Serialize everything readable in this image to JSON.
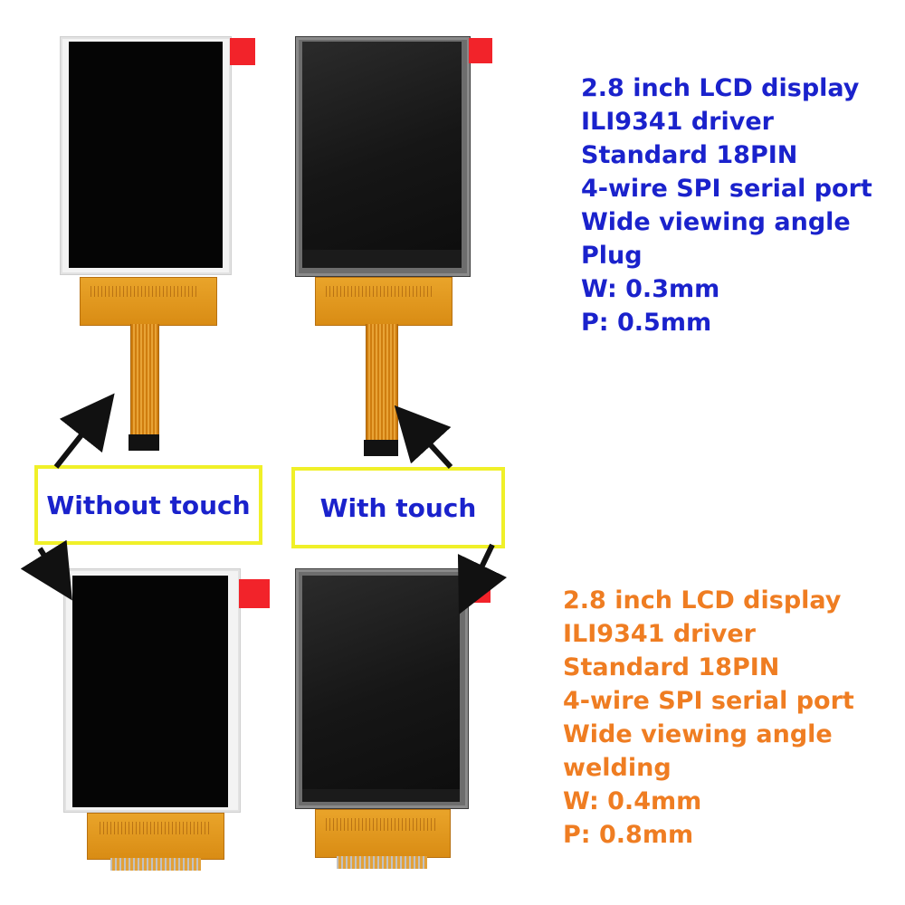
{
  "labels": {
    "without_touch": "Without touch",
    "with_touch": "With touch"
  },
  "spec_plug": [
    "2.8 inch LCD display",
    "ILI9341 driver",
    "Standard 18PIN",
    "4-wire SPI serial port",
    "Wide viewing angle",
    "Plug",
    "W: 0.3mm",
    "P: 0.5mm"
  ],
  "spec_welding": [
    "2.8 inch LCD display",
    "ILI9341 driver",
    "Standard 18PIN",
    "4-wire SPI serial port",
    "Wide viewing angle",
    "welding",
    "W: 0.4mm",
    "P: 0.8mm"
  ],
  "colors": {
    "spec_plug_text": "#1a22cc",
    "spec_welding_text": "#ef7d22",
    "label_border": "#f0f028",
    "protective_tab": "#f2232a",
    "flex_cable": "#e09a22"
  },
  "icons": {
    "arrows": "black-diagonal-arrow-icon",
    "tabs": "red-protective-film-tab-icon"
  }
}
